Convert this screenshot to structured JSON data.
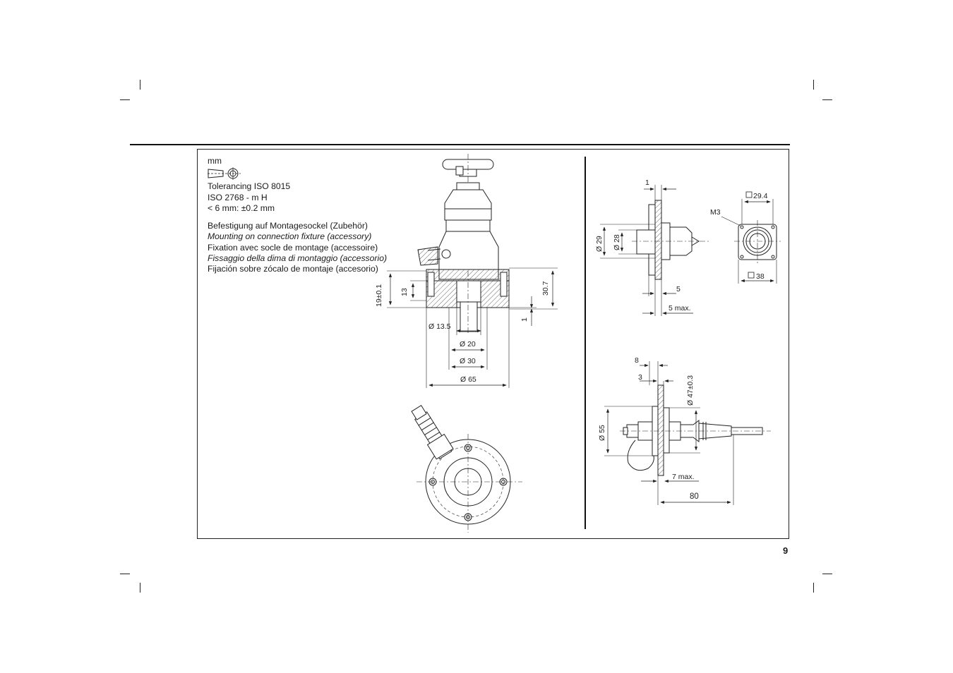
{
  "notes": {
    "unit": "mm",
    "tolerance_lines": [
      "Tolerancing ISO 8015",
      "ISO 2768 - m H",
      "< 6 mm: ±0.2 mm"
    ],
    "mounting_lines": [
      {
        "text": "Befestigung auf Montagesockel (Zubehör)",
        "italic": false
      },
      {
        "text": "Mounting on connection fixture (accessory)",
        "italic": true
      },
      {
        "text": "Fixation avec socle de montage (accessoire)",
        "italic": false
      },
      {
        "text": "Fissaggio della dima di montaggio (accessorio)",
        "italic": true
      },
      {
        "text": "Fijación sobre zócalo de montaje (accesorio)",
        "italic": false
      }
    ]
  },
  "dims_main": {
    "d19": "19±0.1",
    "d13": "13",
    "d30_7": "30.7",
    "d1": "1",
    "phi13_5": "Ø 13.5",
    "phi20": "Ø 20",
    "phi30": "Ø 30",
    "phi65": "Ø 65"
  },
  "dims_right_top": {
    "one": "1",
    "phi29": "Ø 29",
    "phi28": "Ø 28",
    "five": "5",
    "five_max": "5 max.",
    "sq29_4": "29.4",
    "m3": "M3",
    "sq38": "38"
  },
  "dims_right_bottom": {
    "eight": "8",
    "three": "3",
    "phi47": "Ø 47±0.3",
    "phi55": "Ø 55",
    "seven_max": "7 max.",
    "eighty": "80"
  },
  "page_number": "9"
}
